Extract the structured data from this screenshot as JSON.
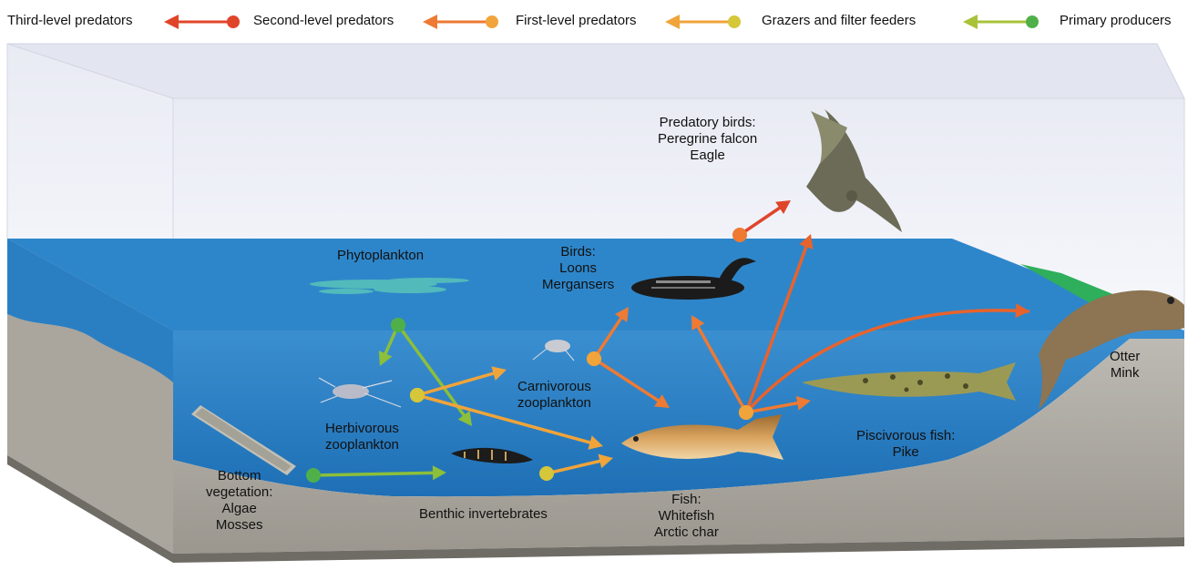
{
  "legend": [
    {
      "label": "Third-level predators",
      "color": "#e0452a"
    },
    {
      "label": "Second-level predators",
      "color": "#ee7a33"
    },
    {
      "label": "First-level predators",
      "color": "#f0a43a"
    },
    {
      "label": "Grazers and filter feeders",
      "color": "#d6c63a"
    },
    {
      "label": "Primary producers",
      "color": "#4fb04a"
    }
  ],
  "labels": {
    "predatory_birds": [
      "Predatory birds:",
      "Peregrine falcon",
      "Eagle"
    ],
    "phytoplankton": "Phytoplankton",
    "birds": [
      "Birds:",
      "Loons",
      "Mergansers"
    ],
    "carnivorous": [
      "Carnivorous",
      "zooplankton"
    ],
    "herbivorous": [
      "Herbivorous",
      "zooplankton"
    ],
    "otter": [
      "Otter",
      "Mink"
    ],
    "pike": [
      "Piscivorous fish:",
      "Pike"
    ],
    "bottom_vegetation": [
      "Bottom",
      "vegetation:",
      "Algae",
      "Mosses"
    ],
    "benthic": "Benthic invertebrates",
    "fish": [
      "Fish:",
      "Whitefish",
      "Arctic char"
    ]
  },
  "colors": {
    "water": "#2f86c9",
    "water_deep": "#1f6fb3",
    "sediment": "#a8a49c",
    "sky": "#f0f1f7"
  }
}
